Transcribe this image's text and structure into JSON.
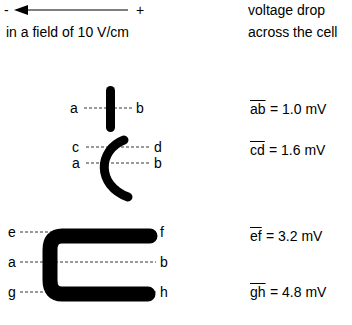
{
  "diagram": {
    "labels": [
      "-",
      "+",
      "voltage drop",
      "in a field of 10 V/cm",
      "across the cell",
      "a",
      "b",
      "ab",
      "= 1.0 mV",
      "c",
      "d",
      "a",
      "b",
      "cd",
      "= 1.6 mV",
      "e",
      "f",
      "a",
      "b",
      "g",
      "h",
      "ef",
      "= 3.2 mV",
      "gh",
      "= 4.8 mV"
    ]
  }
}
